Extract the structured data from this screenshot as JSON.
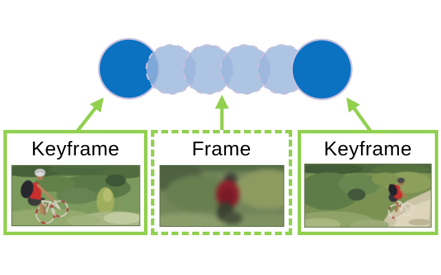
{
  "figure": {
    "boxes": [
      {
        "label": "Keyframe",
        "border_style": "solid"
      },
      {
        "label": "Frame",
        "border_style": "dashed"
      },
      {
        "label": "Keyframe",
        "border_style": "solid"
      }
    ],
    "timeline": {
      "keyframe_node_count": 2,
      "intermediate_frame_node_count": 4
    }
  },
  "colors": {
    "background": "#ffffff",
    "keyframe_fill": "#0b72c2",
    "frame_fill": "#9ab5dc",
    "node_outline": "#c7c0de",
    "accent_green": "#92d050",
    "label_color": "#000000"
  }
}
